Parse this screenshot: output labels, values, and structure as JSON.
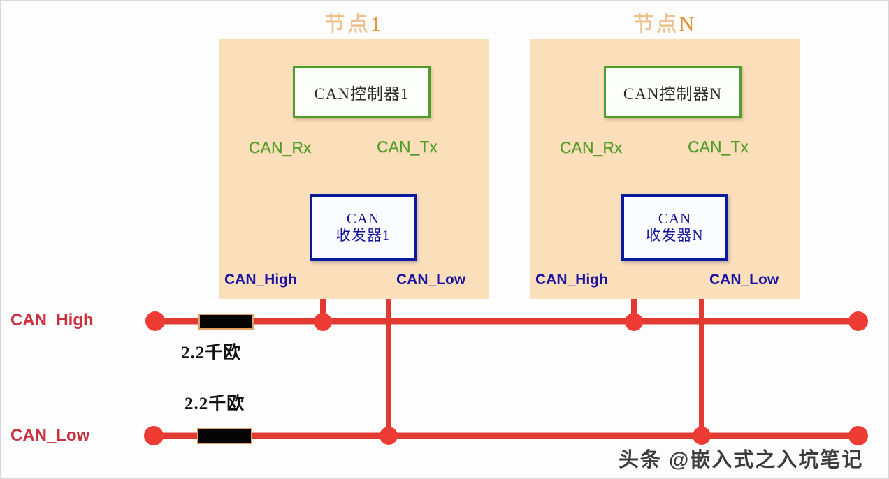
{
  "diagram": {
    "title": "CAN bus topology with two nodes and termination resistors",
    "colors": {
      "panel_fill": "#fbdfba",
      "node_title": "#eec08a",
      "node_title_accent": "#e8933a",
      "controller_border": "#4e9b2e",
      "controller_text": "#2b2b2b",
      "transceiver_border": "#0a1a9c",
      "transceiver_text": "#11139c",
      "signal_label": "#4f9c25",
      "pin_label": "#1b14a3",
      "bus_label": "#c8313f",
      "wire": "#e03a32",
      "resistor_body": "#050505",
      "resistor_edge": "#e0a060",
      "background": "#fdfdfd"
    }
  },
  "nodes": [
    {
      "title_main": "节点",
      "title_tail": "1",
      "controller_label": "CAN控制器1",
      "transceiver_line1": "CAN",
      "transceiver_line2": "收发器1",
      "rx_label": "CAN_Rx",
      "tx_label": "CAN_Tx",
      "high_pin_label": "CAN_High",
      "low_pin_label": "CAN_Low"
    },
    {
      "title_main": "节点",
      "title_tail": "N",
      "controller_label": "CAN控制器N",
      "transceiver_line1": "CAN",
      "transceiver_line2": "收发器N",
      "rx_label": "CAN_Rx",
      "tx_label": "CAN_Tx",
      "high_pin_label": "CAN_High",
      "low_pin_label": "CAN_Low"
    }
  ],
  "bus": {
    "high_label": "CAN_High",
    "low_label": "CAN_Low"
  },
  "resistors": [
    {
      "value": "2.2千欧",
      "bus": "CAN_High"
    },
    {
      "value": "2.2千欧",
      "bus": "CAN_Low"
    }
  ],
  "watermark": {
    "text": "头条 @嵌入式之入坑笔记"
  }
}
